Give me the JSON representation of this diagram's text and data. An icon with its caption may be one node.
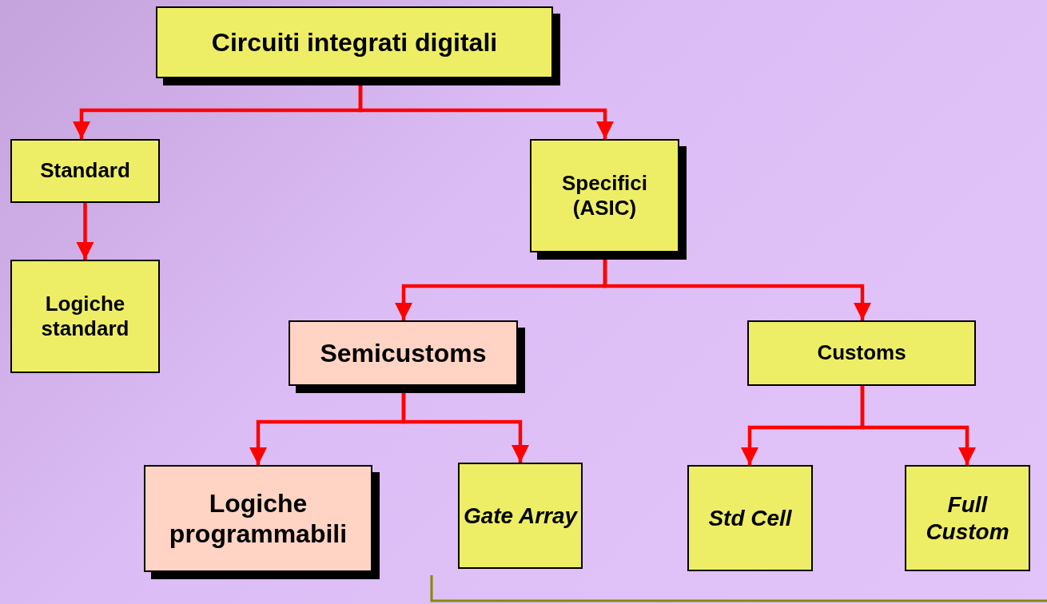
{
  "diagram": {
    "nodes": [
      {
        "text": [
          "Circuiti integrati digitali"
        ]
      },
      {
        "text": [
          "Standard"
        ]
      },
      {
        "text": [
          "Specifici (ASIC)"
        ]
      },
      {
        "text": [
          "Logiche standard"
        ]
      },
      {
        "text": [
          "Semicustoms"
        ]
      },
      {
        "text": [
          "Customs"
        ]
      },
      {
        "text": [
          "Logiche programmabili"
        ]
      },
      {
        "text": [
          "Gate Array"
        ]
      },
      {
        "text": [
          "Std Cell"
        ]
      },
      {
        "text": [
          "Full Custom"
        ]
      }
    ],
    "edges": [
      {
        "from": 0,
        "to": 1,
        "arrow": "to"
      },
      {
        "from": 0,
        "to": 2,
        "arrow": "to"
      },
      {
        "from": 1,
        "to": 3,
        "arrow": "to"
      },
      {
        "from": 2,
        "to": 4,
        "arrow": "to"
      },
      {
        "from": 2,
        "to": 5,
        "arrow": "to"
      },
      {
        "from": 4,
        "to": 6,
        "arrow": "to"
      },
      {
        "from": 4,
        "to": 7,
        "arrow": "to"
      },
      {
        "from": 5,
        "to": 8,
        "arrow": "to"
      },
      {
        "from": 5,
        "to": 9,
        "arrow": "to"
      }
    ]
  }
}
